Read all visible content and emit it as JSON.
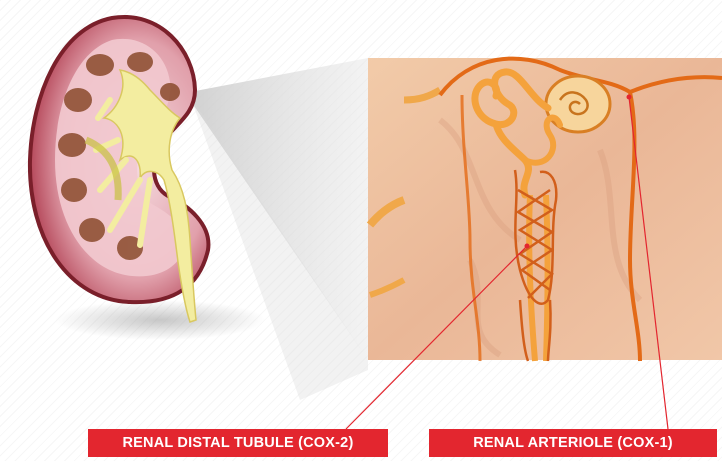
{
  "labels": {
    "distal_tubule": "RENAL DISTAL TUBULE (COX-2)",
    "arteriole": "RENAL ARTERIOLE (COX-1)"
  },
  "colors": {
    "label_bg": "#e3262f",
    "leader_line": "#e3262f",
    "tissue_bg": "#efc2a2",
    "vessel": "#e8891c",
    "tubule": "#f4a23c",
    "kidney_cortex": "#d77a86",
    "kidney_capsule": "#7a1f2a",
    "pyramids": "#8a4a2c",
    "pelvis": "#f3eda0"
  },
  "icons": [
    "kidney-illustration",
    "nephron-illustration"
  ]
}
